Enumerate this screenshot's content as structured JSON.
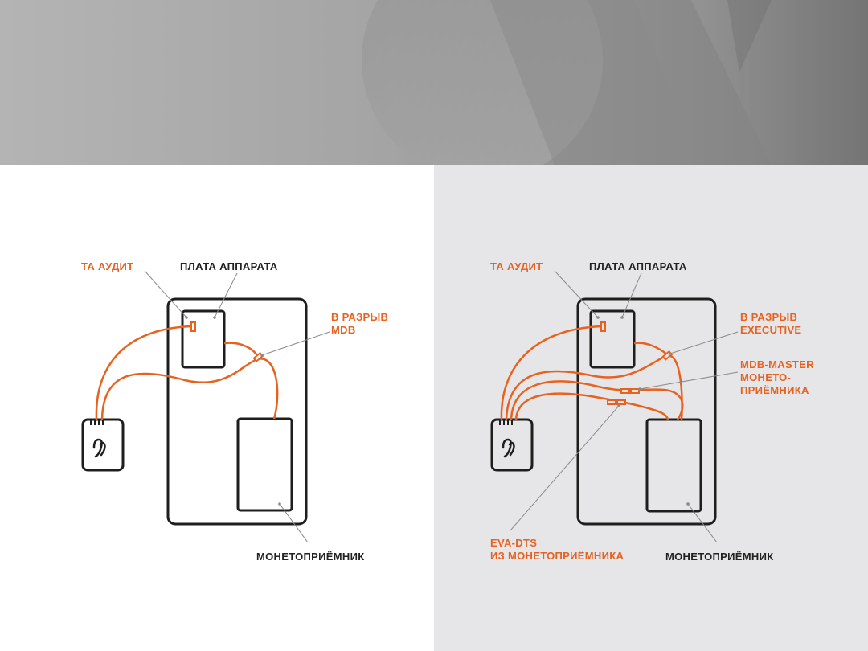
{
  "colors": {
    "accent": "#e8621f",
    "outline": "#1e1e1e",
    "leader": "#8a8a8a",
    "right_bg": "#e6e6e8"
  },
  "left_diagram": {
    "labels": {
      "audit": "ТА АУДИТ",
      "board": "ПЛАТА АППАРАТА",
      "break_line1": "В РАЗРЫВ",
      "break_line2": "MDB",
      "coin_acceptor": "МОНЕТОПРИЁМНИК"
    }
  },
  "right_diagram": {
    "labels": {
      "audit": "ТА АУДИТ",
      "board": "ПЛАТА АППАРАТА",
      "break_line1": "В РАЗРЫВ",
      "break_line2": "EXECUTIVE",
      "master_line1": "MDB-MASTER",
      "master_line2": "МОНЕТО-",
      "master_line3": "ПРИЁМНИКА",
      "eva_line1": "EVA-DTS",
      "eva_line2": "ИЗ МОНЕТОПРИЁМНИКА",
      "coin_acceptor": "МОНЕТОПРИЁМНИК"
    }
  },
  "icons": {
    "device_logo": "audit-device-logo-icon"
  }
}
